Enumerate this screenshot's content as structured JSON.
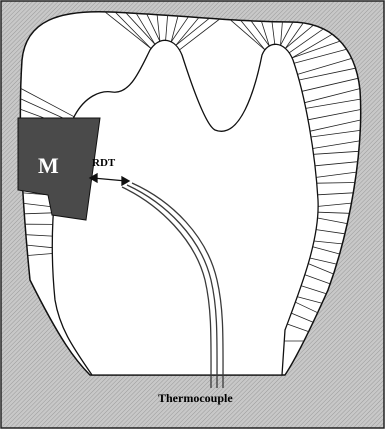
{
  "labels": {
    "restoration": "M",
    "distance": "RDT",
    "probe": "Thermocouple"
  },
  "colors": {
    "background_hatch": "#b4b4b4",
    "tooth": "#ffffff",
    "outline": "#111111",
    "restoration_fill": "#4a4a4a",
    "probe_line": "#3a3a3a"
  }
}
